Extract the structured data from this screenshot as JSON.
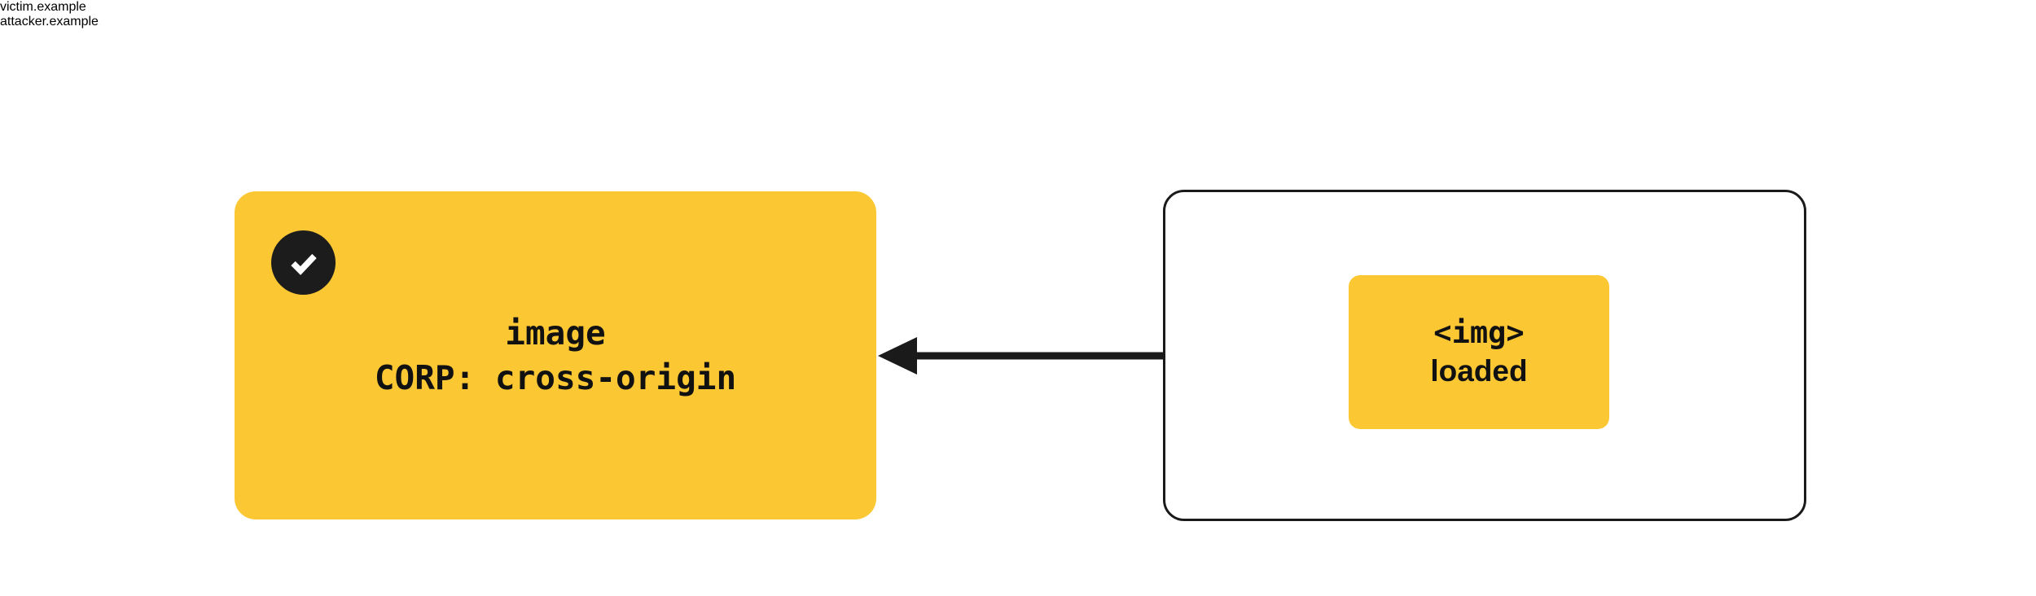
{
  "diagram": {
    "title_implicit": "CORP cross-origin blocked image load",
    "background_color": "#ffffff",
    "accent_color": "#FBC834",
    "ink_color": "#1a1a1a"
  },
  "victim": {
    "label": "victim.example",
    "badge_icon": "check-icon",
    "badge_bg": "#1c1c1c",
    "box_fill": "#FBC834",
    "lines": [
      "image",
      "CORP: cross-origin"
    ]
  },
  "attacker": {
    "label": "attacker.example",
    "frame_border_color": "#1a1a1a",
    "box_fill": "#FBC834",
    "lines": [
      "<img>",
      "loaded"
    ]
  },
  "arrow": {
    "direction": "right-to-left",
    "color": "#1a1a1a",
    "from": "attacker.example",
    "to": "victim.example"
  }
}
